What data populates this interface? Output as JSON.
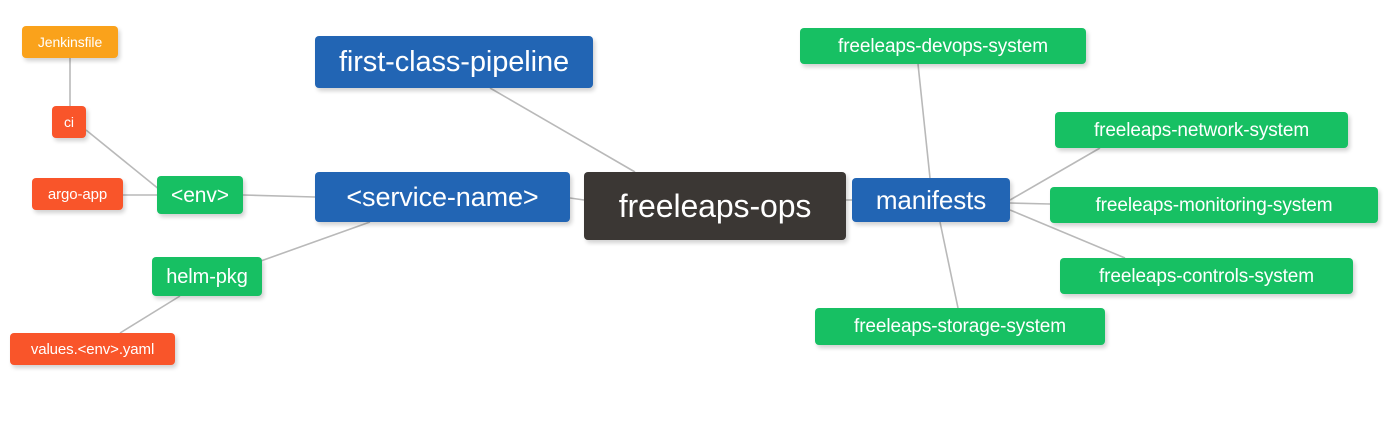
{
  "diagram": {
    "type": "mindmap",
    "title": "freeleaps-ops",
    "background": "#ffffff",
    "edge_color": "#b9b9b9",
    "palette": {
      "orange": "#faa21b",
      "red": "#f9552a",
      "green": "#17c063",
      "blue": "#2265b4",
      "dark": "#3b3734"
    }
  },
  "nodes": {
    "root": {
      "label": "freeleaps-ops"
    },
    "first_class_pipeline": {
      "label": "first-class-pipeline"
    },
    "service_name": {
      "label": "<service-name>"
    },
    "env": {
      "label": "<env>"
    },
    "ci": {
      "label": "ci"
    },
    "jenkinsfile": {
      "label": "Jenkinsfile"
    },
    "argo_app": {
      "label": "argo-app"
    },
    "helm_pkg": {
      "label": "helm-pkg"
    },
    "values_yaml": {
      "label": "values.<env>.yaml"
    },
    "manifests": {
      "label": "manifests"
    },
    "devops_system": {
      "label": "freeleaps-devops-system"
    },
    "network_system": {
      "label": "freeleaps-network-system"
    },
    "monitoring_system": {
      "label": "freeleaps-monitoring-system"
    },
    "controls_system": {
      "label": "freeleaps-controls-system"
    },
    "storage_system": {
      "label": "freeleaps-storage-system"
    }
  },
  "edges": [
    {
      "from": "root",
      "to": "first_class_pipeline"
    },
    {
      "from": "root",
      "to": "service_name"
    },
    {
      "from": "root",
      "to": "manifests"
    },
    {
      "from": "service_name",
      "to": "env"
    },
    {
      "from": "service_name",
      "to": "helm_pkg"
    },
    {
      "from": "env",
      "to": "ci"
    },
    {
      "from": "env",
      "to": "argo_app"
    },
    {
      "from": "ci",
      "to": "jenkinsfile"
    },
    {
      "from": "helm_pkg",
      "to": "values_yaml"
    },
    {
      "from": "manifests",
      "to": "devops_system"
    },
    {
      "from": "manifests",
      "to": "network_system"
    },
    {
      "from": "manifests",
      "to": "monitoring_system"
    },
    {
      "from": "manifests",
      "to": "controls_system"
    },
    {
      "from": "manifests",
      "to": "storage_system"
    }
  ]
}
